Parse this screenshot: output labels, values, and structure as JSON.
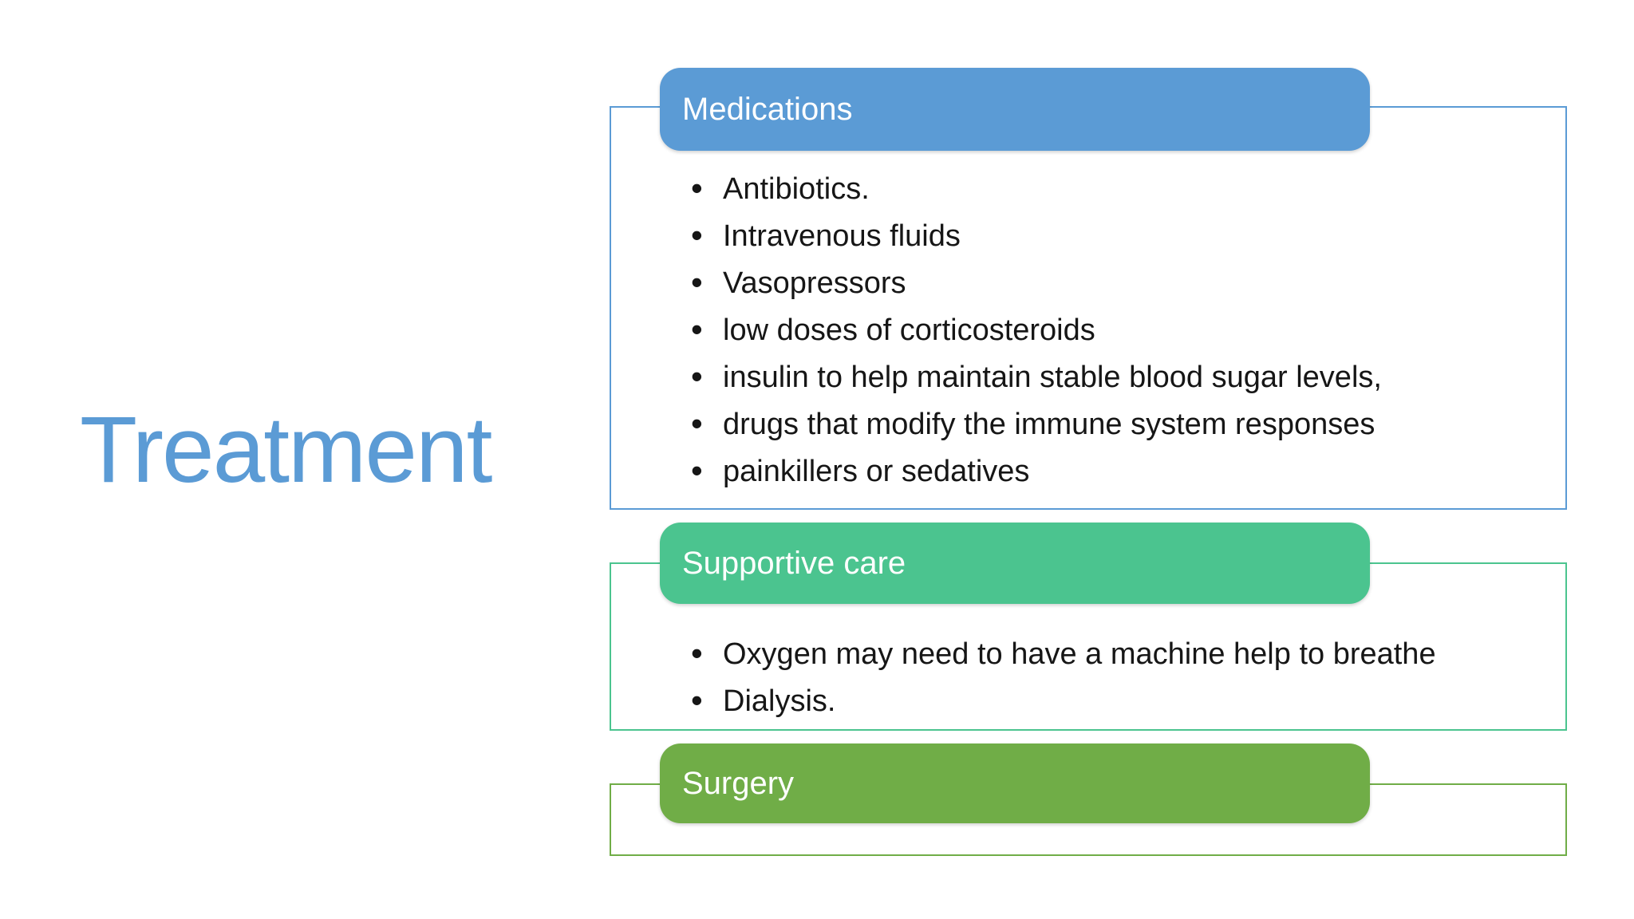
{
  "slide": {
    "title": "Treatment",
    "title_color": "#5B9BD5",
    "background_color": "#ffffff",
    "bullet_text_color": "#161616",
    "header_text_color": "#ffffff",
    "sections": [
      {
        "id": "medications",
        "header": "Medications",
        "header_bg": "#5B9BD5",
        "border_color": "#5B9BD5",
        "bullets": [
          "Antibiotics.",
          "Intravenous fluids",
          "Vasopressors",
          "low doses of corticosteroids",
          "insulin to help maintain stable blood sugar levels,",
          "drugs that modify the immune system responses",
          "painkillers or sedatives"
        ]
      },
      {
        "id": "supportive-care",
        "header": "Supportive care",
        "header_bg": "#4BC48F",
        "border_color": "#4BC48F",
        "bullets": [
          "Oxygen may need to have a machine help to breathe",
          "Dialysis."
        ]
      },
      {
        "id": "surgery",
        "header": "Surgery",
        "header_bg": "#70AD47",
        "border_color": "#70AD47",
        "bullets": []
      }
    ]
  }
}
